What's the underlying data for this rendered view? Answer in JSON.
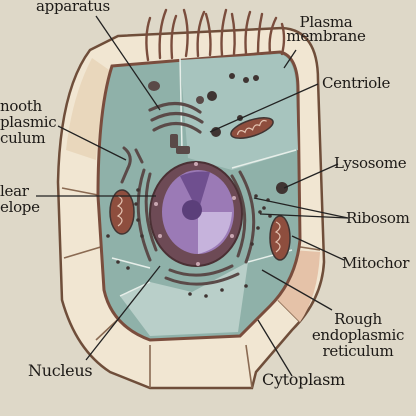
{
  "diagram": {
    "labels": {
      "golgi": "apparatus",
      "plasma_membrane": "Plasma\nmembrane",
      "centriole": "Centriole",
      "smooth_er": "nooth\nplasmic\nculum",
      "lysosome": "Lysosome",
      "nuclear_envelope": "lear\nelope",
      "ribosome": "Ribosom",
      "mitochondria": "Mitochor",
      "rough_er": "Rough\nendoplasmic\nreticulum",
      "nucleus": "Nucleus",
      "cytoplasm": "Cytoplasm"
    },
    "colors": {
      "page": "#ded8c8",
      "cell_wall_fill": "#f1e6d2",
      "cell_wall_outer": "#6f4e3a",
      "membrane": "#7a4d3d",
      "cytoplasm": "#8fb1a9",
      "cytoplasm_light": "#b9cfc9",
      "nucleus_ring": "#6d4a55",
      "nucleus_inner": "#9b7ab6",
      "organelle": "#5a4a48",
      "leader": "#222222"
    }
  }
}
